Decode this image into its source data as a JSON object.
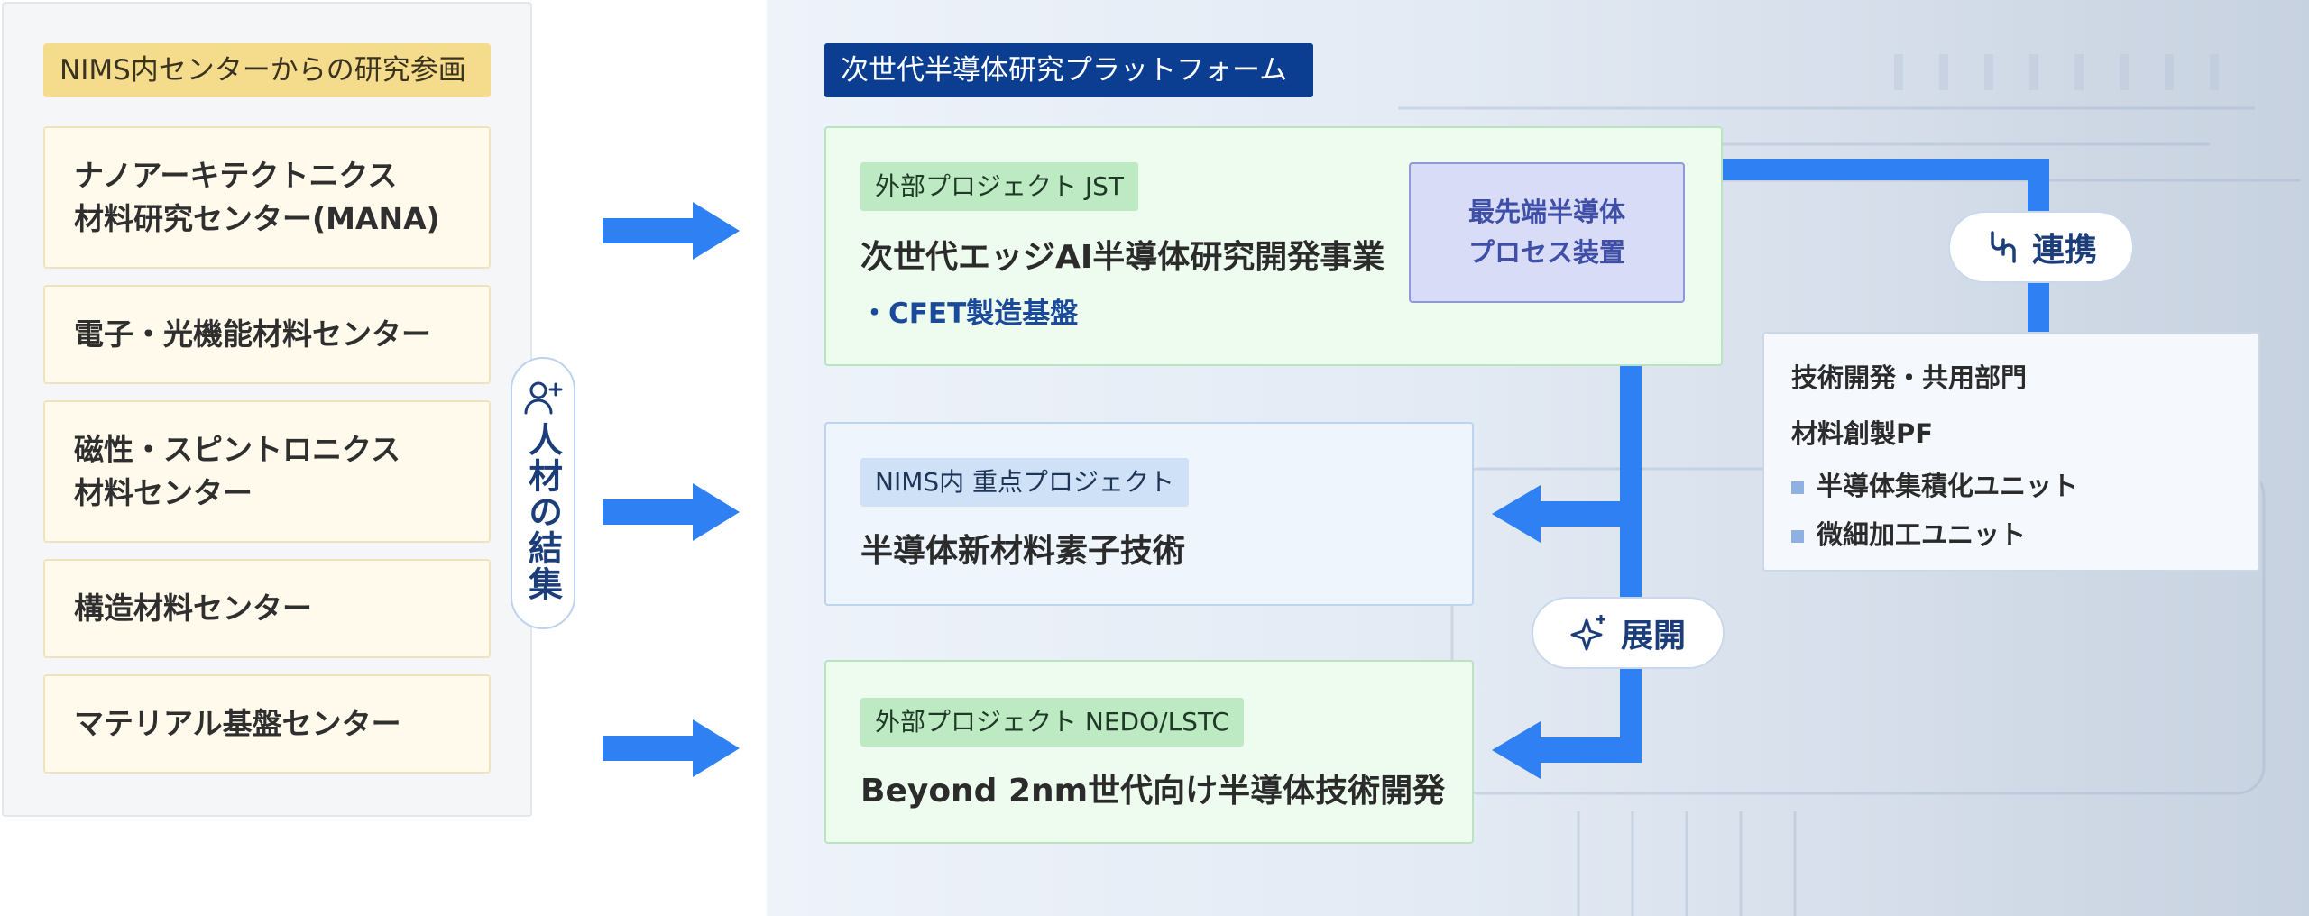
{
  "left": {
    "tag": "NIMS内センターからの研究参画",
    "centers": [
      {
        "line1": "ナノアーキテクトニクス",
        "line2": "材料研究センター(MANA)"
      },
      {
        "line1": "電子・光機能材料センター",
        "line2": ""
      },
      {
        "line1": "磁性・スピントロニクス",
        "line2": "材料センター"
      },
      {
        "line1": "構造材料センター",
        "line2": ""
      },
      {
        "line1": "マテリアル基盤センター",
        "line2": ""
      }
    ],
    "pill_label": "人材の結集"
  },
  "platform": {
    "title": "次世代半導体研究プラットフォーム",
    "projects": [
      {
        "tag": "外部プロジェクト JST",
        "title": "次世代エッジAI半導体研究開発事業",
        "sub": "・CFET製造基盤"
      },
      {
        "tag": "NIMS内 重点プロジェクト",
        "title": "半導体新材料素子技術"
      },
      {
        "tag": "外部プロジェクト NEDO/LSTC",
        "title": "Beyond 2nm世代向け半導体技術開発"
      }
    ],
    "device": {
      "line1": "最先端半導体",
      "line2": "プロセス装置"
    },
    "tech": {
      "line1": "技術開発・共用部門",
      "line2": "材料創製PF",
      "items": [
        "半導体集積化ユニット",
        "微細加工ユニット"
      ]
    },
    "link_label": "連携",
    "expand_label": "展開"
  },
  "colors": {
    "arrow": "#2f80f2",
    "connector": "#2f80f2",
    "platform_title_bg": "#0b3d91",
    "left_tag_bg": "#f4dc8c"
  }
}
